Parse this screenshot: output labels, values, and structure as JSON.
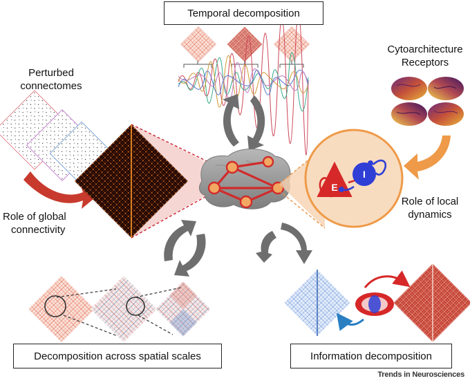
{
  "labels": {
    "temporal": "Temporal decomposition",
    "spatial": "Decomposition across spatial scales",
    "information": "Information decomposition",
    "perturbed_line1": "Perturbed",
    "perturbed_line2": "connectomes",
    "global_line1": "Role of global",
    "global_line2": "connectivity",
    "cyto_line1": "Cytoarchitecture",
    "cyto_line2": "Receptors",
    "local_line1": "Role of local",
    "local_line2": "dynamics",
    "excitatory": "E",
    "inhibitory": "I"
  },
  "credit": "Trends in Neurosciences",
  "colors": {
    "red": "#d62828",
    "blue": "#2f3fd6",
    "orange": "#ef9a4a",
    "arrow_gray": "#6e6e6e",
    "brain_gray": "#9a9a9a"
  },
  "icons": {
    "brain": "brain-icon",
    "cycle_arrows": "curved-arrow-icon",
    "matrix": "connectivity-matrix-icon"
  }
}
